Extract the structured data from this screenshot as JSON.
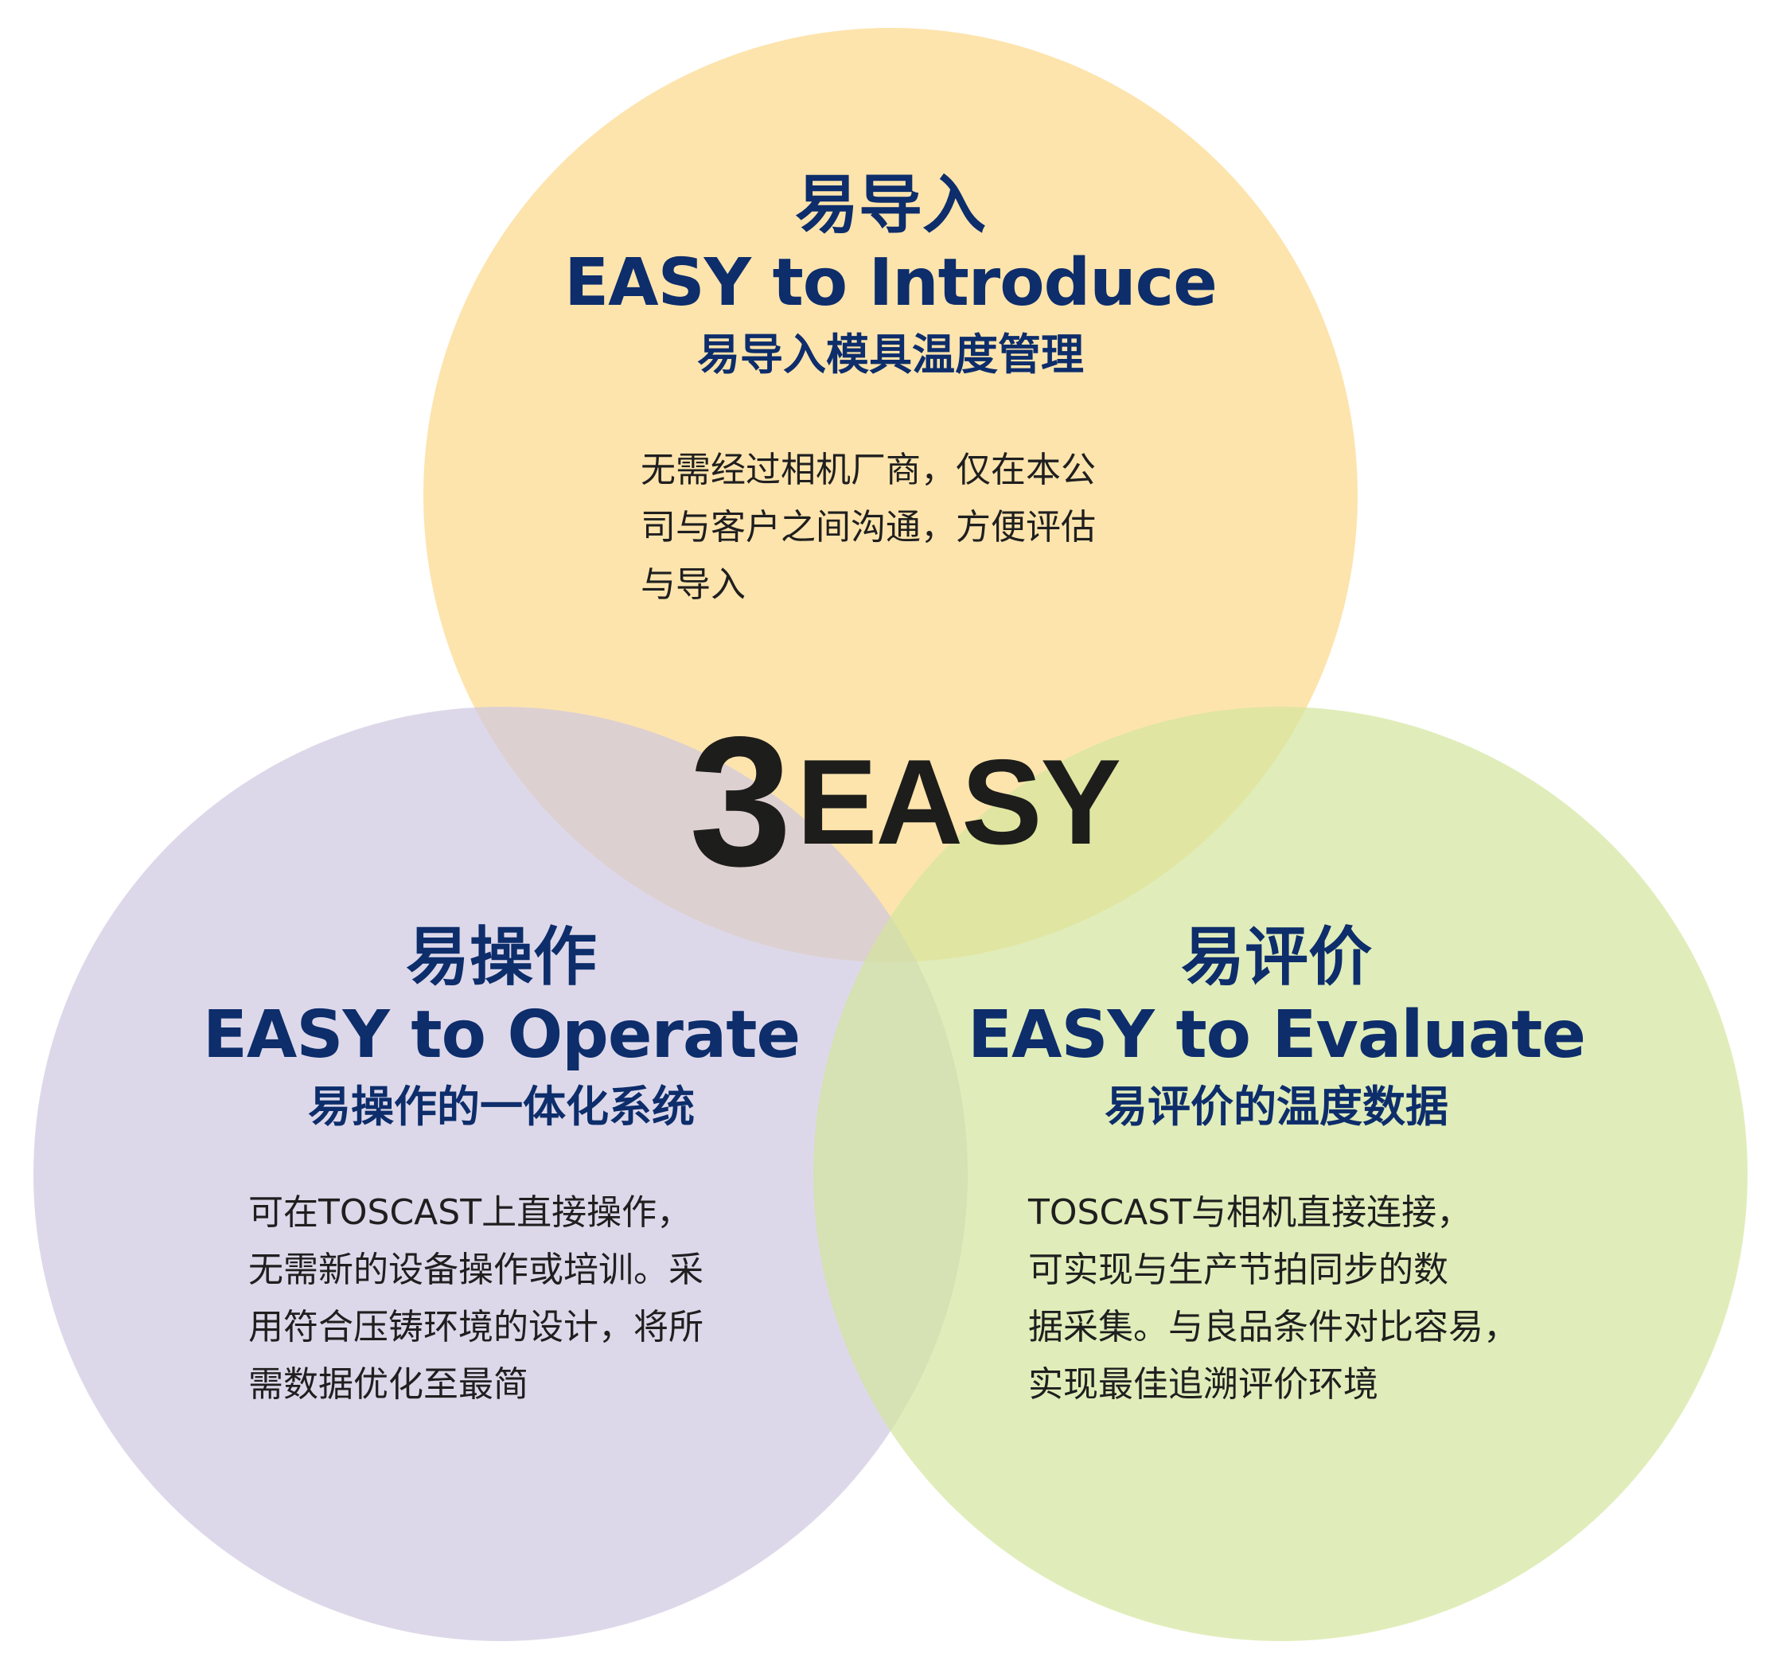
{
  "colors": {
    "introduce_circle": "#fcd98a",
    "operate_circle": "#cfc7e0",
    "evaluate_circle": "#d3e59c",
    "heading_text": "#0d2d6b",
    "body_text": "#1f1f1f",
    "center_text": "#1d1d1b"
  },
  "center": {
    "number": "3",
    "word": "EASY"
  },
  "introduce": {
    "cn_title": "易导入",
    "en_title": "EASY to Introduce",
    "cn_subtitle": "易导入模具温度管理",
    "description_lines": [
      "无需经过相机厂商，仅在本公",
      "司与客户之间沟通，方便评估",
      "与导入"
    ]
  },
  "operate": {
    "cn_title": "易操作",
    "en_title": "EASY to Operate",
    "cn_subtitle": "易操作的一体化系统",
    "description_lines": [
      "可在TOSCAST上直接操作，",
      "无需新的设备操作或培训。采",
      "用符合压铸环境的设计，将所",
      "需数据优化至最简"
    ]
  },
  "evaluate": {
    "cn_title": "易评价",
    "en_title": "EASY to Evaluate",
    "cn_subtitle": "易评价的温度数据",
    "description_lines": [
      "TOSCAST与相机直接连接，",
      "可实现与生产节拍同步的数",
      "据采集。与良品条件对比容易，",
      "实现最佳追溯评价环境"
    ]
  }
}
